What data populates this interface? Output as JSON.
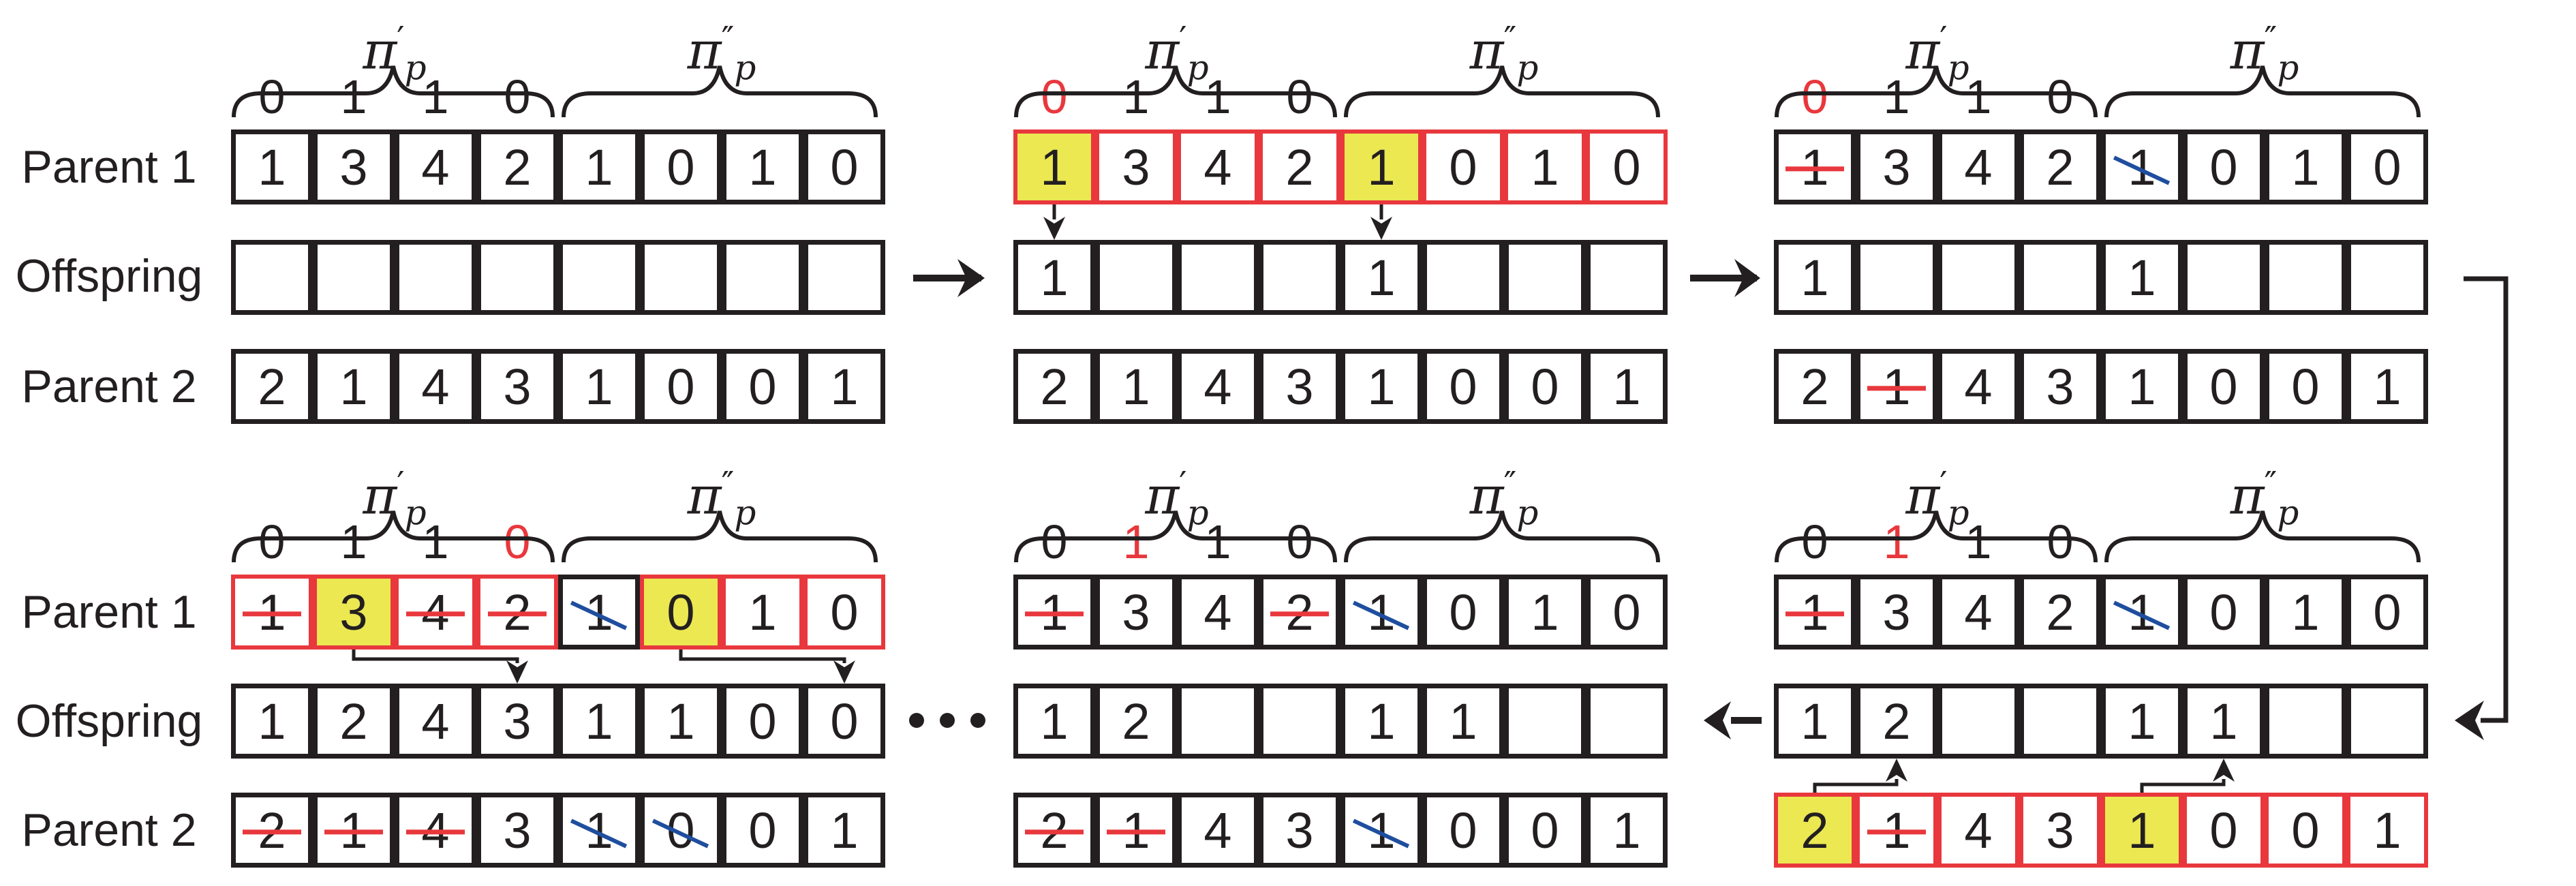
{
  "title": "Two-part crossover with binary mask on permutation and binary genes",
  "row_labels": {
    "parent1": "Parent 1",
    "offspring": "Offspring",
    "parent2": "Parent 2"
  },
  "segment_labels": {
    "perm": "π",
    "perm_sub": "p",
    "perm_mark": "′",
    "bin": "π",
    "bin_sub": "p",
    "bin_mark": "″"
  },
  "ellipsis": "…",
  "colors": {
    "highlight": "#ebe852",
    "red": "#e8383d",
    "blue": "#1f4e9e",
    "ink": "#231f20"
  },
  "panels": [
    {
      "id": "step-1",
      "mask": [
        "0",
        "1",
        "1",
        "0"
      ],
      "mask_highlight": -1,
      "parent1": {
        "values": [
          "1",
          "3",
          "4",
          "2",
          "1",
          "0",
          "1",
          "0"
        ],
        "red_border": false,
        "black_cells": [],
        "yellow": [],
        "strike_red": [],
        "strike_blue": []
      },
      "offspring": {
        "values": [
          "",
          "",
          "",
          "",
          "",
          "",
          "",
          ""
        ]
      },
      "parent2": {
        "values": [
          "2",
          "1",
          "4",
          "3",
          "1",
          "0",
          "0",
          "1"
        ],
        "red_border": false,
        "black_cells": [],
        "yellow": [],
        "strike_red": [],
        "strike_blue": []
      }
    },
    {
      "id": "step-2",
      "mask": [
        "0",
        "1",
        "1",
        "0"
      ],
      "mask_highlight": 0,
      "parent1": {
        "values": [
          "1",
          "3",
          "4",
          "2",
          "1",
          "0",
          "1",
          "0"
        ],
        "red_border": true,
        "black_cells": [],
        "yellow": [
          0,
          4
        ],
        "strike_red": [],
        "strike_blue": []
      },
      "offspring": {
        "values": [
          "1",
          "",
          "",
          "",
          "1",
          "",
          "",
          ""
        ]
      },
      "parent2": {
        "values": [
          "2",
          "1",
          "4",
          "3",
          "1",
          "0",
          "0",
          "1"
        ],
        "red_border": false,
        "black_cells": [],
        "yellow": [],
        "strike_red": [],
        "strike_blue": []
      },
      "transfers": [
        {
          "from": "parent1",
          "src": 0,
          "dst": 0
        },
        {
          "from": "parent1",
          "src": 4,
          "dst": 4
        }
      ]
    },
    {
      "id": "step-3",
      "mask": [
        "0",
        "1",
        "1",
        "0"
      ],
      "mask_highlight": 0,
      "parent1": {
        "values": [
          "1",
          "3",
          "4",
          "2",
          "1",
          "0",
          "1",
          "0"
        ],
        "red_border": false,
        "black_cells": [],
        "yellow": [],
        "strike_red": [
          0
        ],
        "strike_blue": [
          4
        ]
      },
      "offspring": {
        "values": [
          "1",
          "",
          "",
          "",
          "1",
          "",
          "",
          ""
        ]
      },
      "parent2": {
        "values": [
          "2",
          "1",
          "4",
          "3",
          "1",
          "0",
          "0",
          "1"
        ],
        "red_border": false,
        "black_cells": [],
        "yellow": [],
        "strike_red": [
          1
        ],
        "strike_blue": []
      }
    },
    {
      "id": "step-final",
      "mask": [
        "0",
        "1",
        "1",
        "0"
      ],
      "mask_highlight": 3,
      "parent1": {
        "values": [
          "1",
          "3",
          "4",
          "2",
          "1",
          "0",
          "1",
          "0"
        ],
        "red_border": true,
        "black_cells": [
          4
        ],
        "yellow": [
          1,
          5
        ],
        "strike_red": [
          0,
          2,
          3
        ],
        "strike_blue": [
          4
        ]
      },
      "offspring": {
        "values": [
          "1",
          "2",
          "4",
          "3",
          "1",
          "1",
          "0",
          "0"
        ]
      },
      "parent2": {
        "values": [
          "2",
          "1",
          "4",
          "3",
          "1",
          "0",
          "0",
          "1"
        ],
        "red_border": false,
        "black_cells": [],
        "yellow": [],
        "strike_red": [
          0,
          1,
          2
        ],
        "strike_blue": [
          4,
          5
        ]
      },
      "transfers": [
        {
          "from": "parent1",
          "src": 1,
          "dst": 3
        },
        {
          "from": "parent1",
          "src": 5,
          "dst": 7
        }
      ]
    },
    {
      "id": "step-5",
      "mask": [
        "0",
        "1",
        "1",
        "0"
      ],
      "mask_highlight": 1,
      "parent1": {
        "values": [
          "1",
          "3",
          "4",
          "2",
          "1",
          "0",
          "1",
          "0"
        ],
        "red_border": false,
        "black_cells": [],
        "yellow": [],
        "strike_red": [
          0,
          3
        ],
        "strike_blue": [
          4
        ]
      },
      "offspring": {
        "values": [
          "1",
          "2",
          "",
          "",
          "1",
          "1",
          "",
          ""
        ]
      },
      "parent2": {
        "values": [
          "2",
          "1",
          "4",
          "3",
          "1",
          "0",
          "0",
          "1"
        ],
        "red_border": false,
        "black_cells": [],
        "yellow": [],
        "strike_red": [
          0,
          1
        ],
        "strike_blue": [
          4
        ]
      }
    },
    {
      "id": "step-4",
      "mask": [
        "0",
        "1",
        "1",
        "0"
      ],
      "mask_highlight": 1,
      "parent1": {
        "values": [
          "1",
          "3",
          "4",
          "2",
          "1",
          "0",
          "1",
          "0"
        ],
        "red_border": false,
        "black_cells": [],
        "yellow": [],
        "strike_red": [
          0
        ],
        "strike_blue": [
          4
        ]
      },
      "offspring": {
        "values": [
          "1",
          "2",
          "",
          "",
          "1",
          "1",
          "",
          ""
        ]
      },
      "parent2": {
        "values": [
          "2",
          "1",
          "4",
          "3",
          "1",
          "0",
          "0",
          "1"
        ],
        "red_border": true,
        "black_cells": [],
        "yellow": [
          0,
          4
        ],
        "strike_red": [
          1
        ],
        "strike_blue": []
      },
      "transfers": [
        {
          "from": "parent2",
          "src": 0,
          "dst": 1
        },
        {
          "from": "parent2",
          "src": 4,
          "dst": 5
        }
      ]
    }
  ]
}
